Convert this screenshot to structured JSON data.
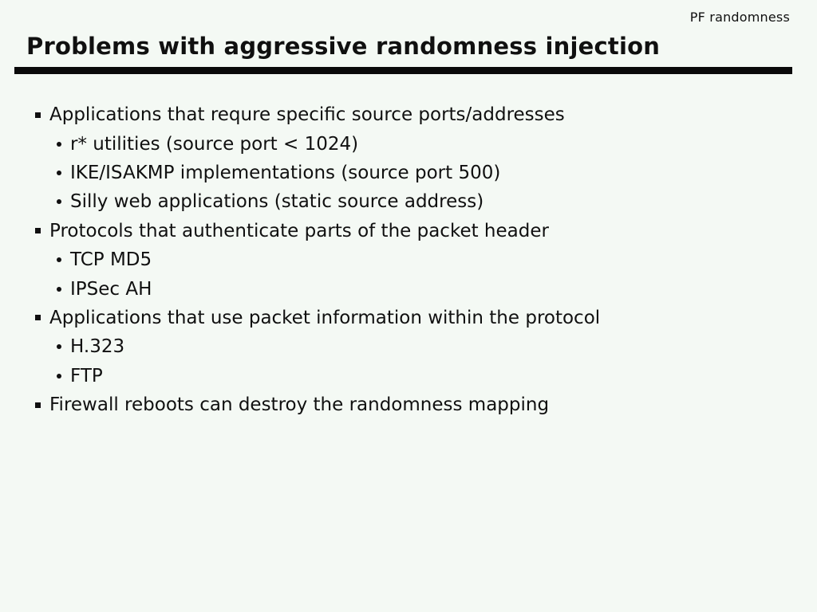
{
  "slide": {
    "corner_label": "PF randomness",
    "title": "Problems with aggressive randomness injection",
    "colors": {
      "background": "#f4f9f4",
      "text": "#101010",
      "rule": "#0a0a0a"
    },
    "bullets": [
      {
        "level": 1,
        "text": "Applications that requre specific source ports/addresses"
      },
      {
        "level": 2,
        "text": "r* utilities (source port < 1024)"
      },
      {
        "level": 2,
        "text": "IKE/ISAKMP implementations (source port 500)"
      },
      {
        "level": 2,
        "text": "Silly web applications (static source address)"
      },
      {
        "level": 1,
        "text": "Protocols that authenticate parts of the packet header"
      },
      {
        "level": 2,
        "text": "TCP MD5"
      },
      {
        "level": 2,
        "text": "IPSec AH"
      },
      {
        "level": 1,
        "text": "Applications that use packet information within the protocol"
      },
      {
        "level": 2,
        "text": "H.323"
      },
      {
        "level": 2,
        "text": "FTP"
      },
      {
        "level": 1,
        "text": "Firewall reboots can destroy the randomness mapping"
      }
    ]
  }
}
